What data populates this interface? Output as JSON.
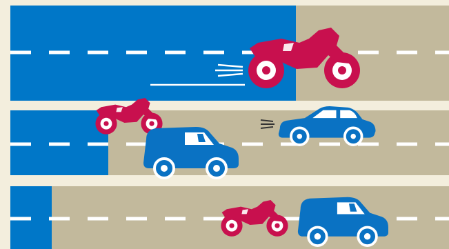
{
  "palette": {
    "background": "#f3eedd",
    "road_tan": "#c2b99c",
    "lane_blue": "#0077c8",
    "motorcycle_magenta": "#c8104e",
    "car_blue": "#0a72c3",
    "lane_dash": "#ffffff"
  },
  "lanes": [
    {
      "name": "lane-1",
      "blue_fraction": 0.68,
      "vehicles": [
        {
          "type": "motorcycle",
          "icon": "motorcycle-icon",
          "color": "#c8104e",
          "motion_lines": true
        }
      ]
    },
    {
      "name": "lane-2",
      "blue_fraction": 0.22,
      "vehicles": [
        {
          "type": "motorcycle",
          "icon": "motorcycle-icon",
          "color": "#c8104e"
        },
        {
          "type": "hatchback",
          "icon": "hatchback-car-icon",
          "color": "#0a72c3"
        },
        {
          "type": "sedan",
          "icon": "sedan-car-icon",
          "color": "#0a72c3",
          "motion_lines": true
        }
      ]
    },
    {
      "name": "lane-3",
      "blue_fraction": 0.09,
      "vehicles": [
        {
          "type": "motorcycle",
          "icon": "motorcycle-icon",
          "color": "#c8104e"
        },
        {
          "type": "hatchback",
          "icon": "hatchback-car-icon",
          "color": "#0a72c3"
        }
      ]
    }
  ]
}
